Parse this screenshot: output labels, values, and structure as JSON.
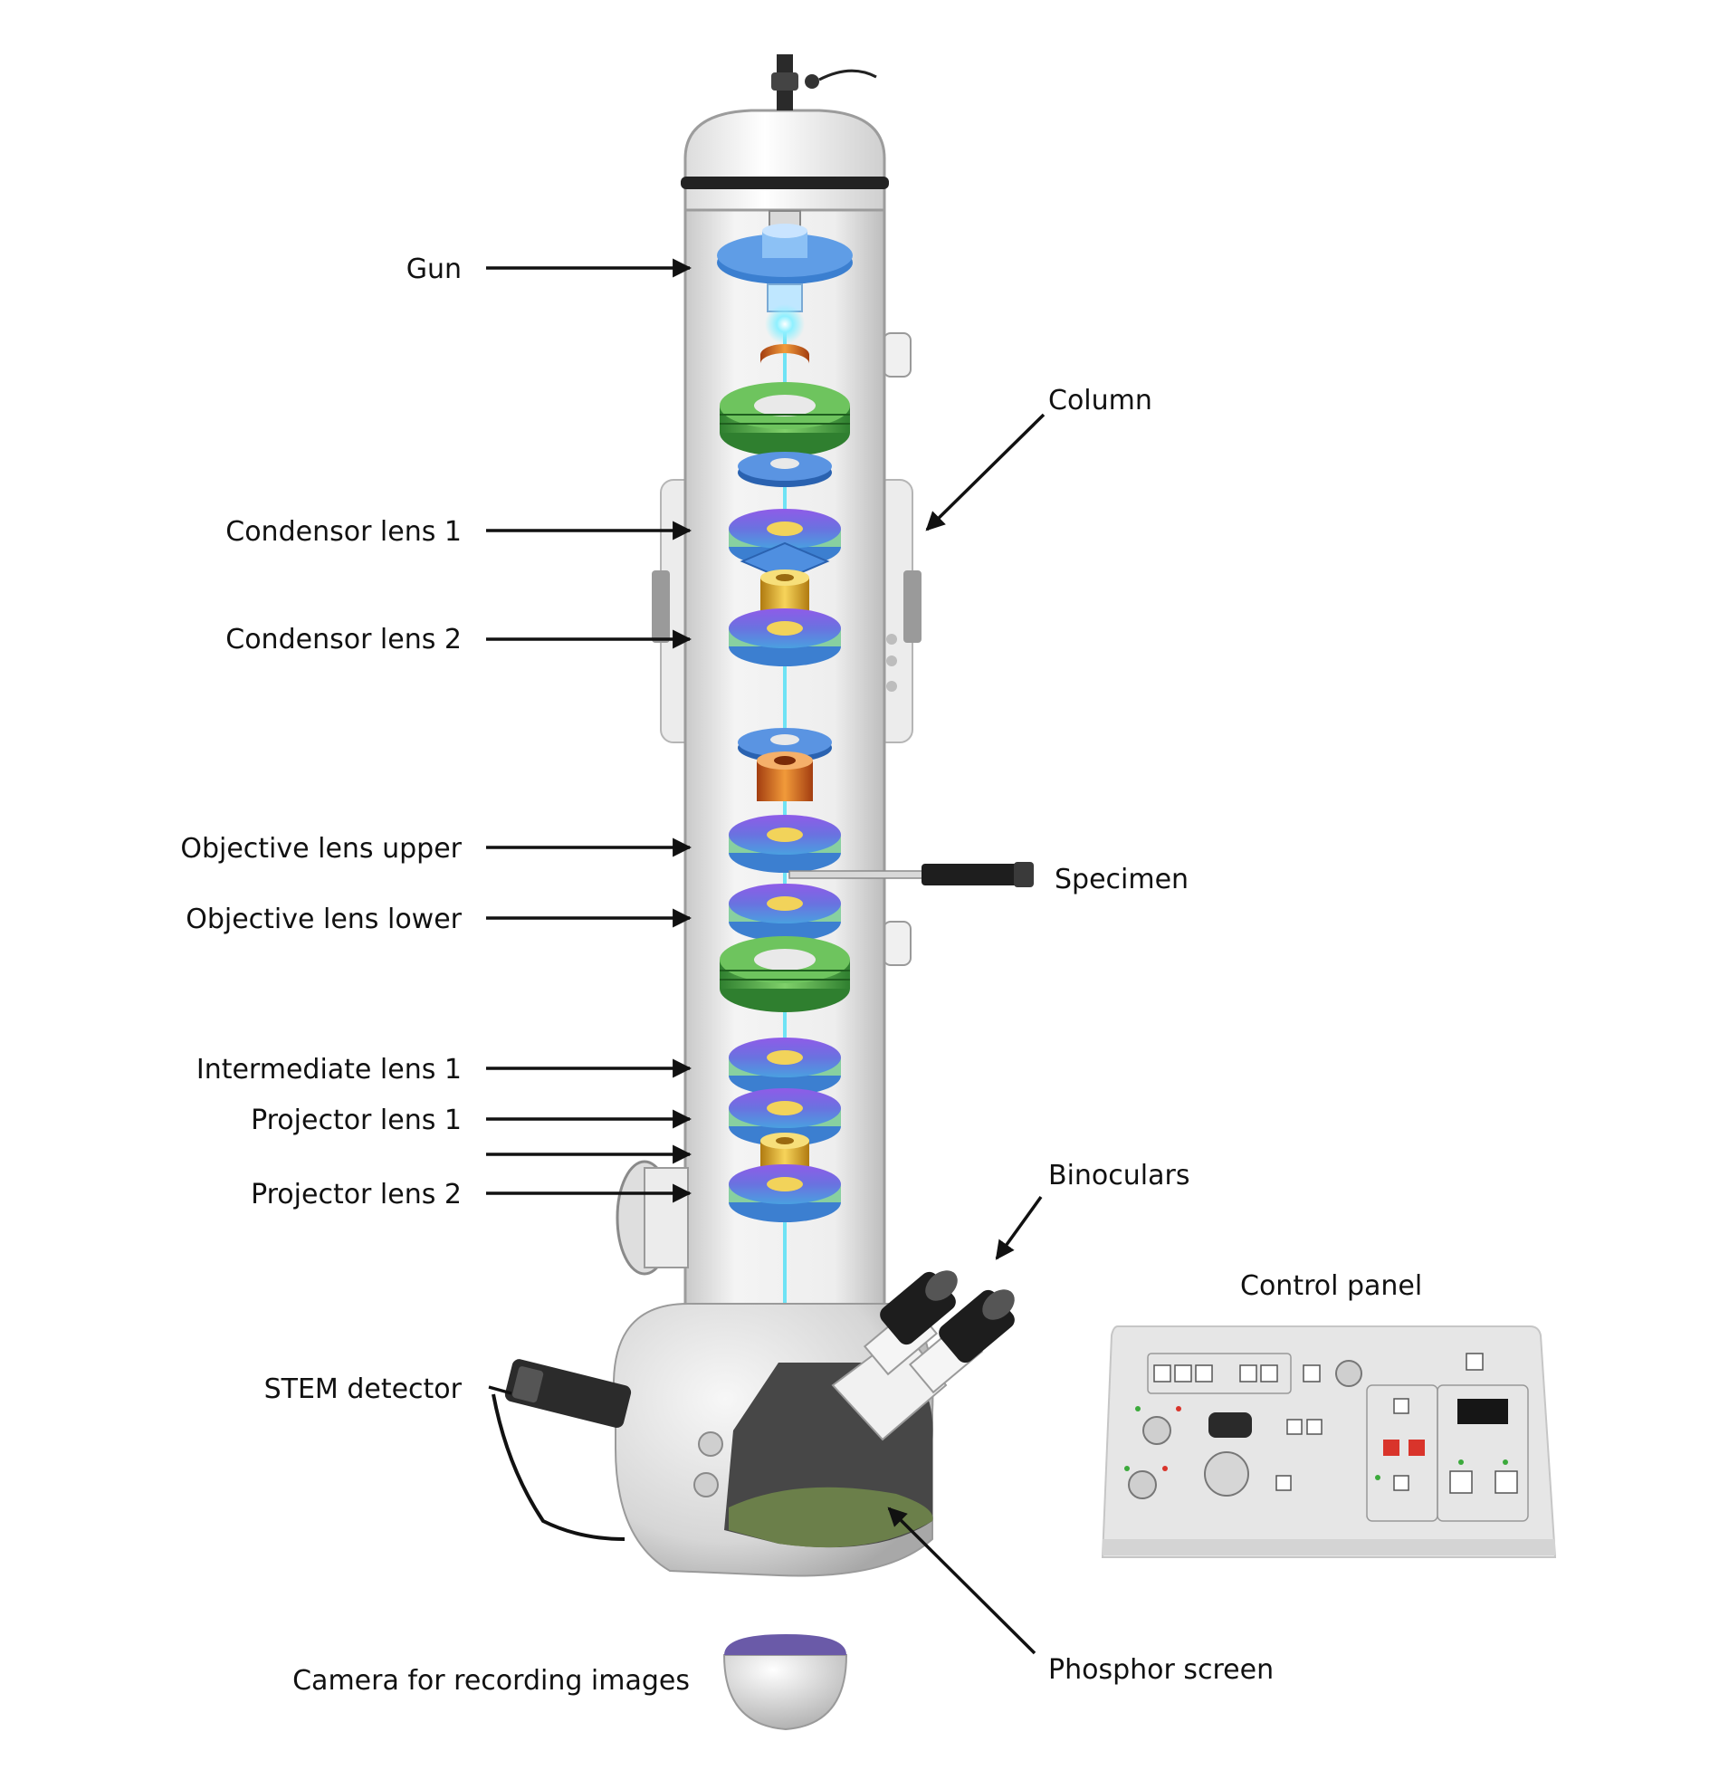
{
  "labels": {
    "gun": "Gun",
    "column": "Column",
    "condensor_lens_1": "Condensor  lens 1",
    "condensor_lens_2": "Condensor  lens 2",
    "objective_lens_upper": "Objective  lens upper",
    "specimen": "Specimen",
    "objective_lens_lower": "Objective lens  lower",
    "intermediate_lens_1": "Intermediate  lens 1",
    "projector_lens_1": "Projector  lens 1",
    "projector_lens_2": "Projector  lens 2",
    "binoculars": "Binoculars",
    "control_panel": "Control panel",
    "stem_detector": "STEM detector",
    "phosphor_screen": "Phosphor screen",
    "camera": "Camera for recording images"
  },
  "colors": {
    "beam": "#6fe3f5",
    "lens_purple": "#7b4fd6",
    "lens_blue": "#4a86d8",
    "coil_green": "#3f9e3a",
    "coil_orange": "#e07a1f",
    "coil_yellow": "#e2b51c",
    "gun_blue": "#3b7fd0",
    "phosphor": "#6b7f4a",
    "camera_top": "#6a5aa8",
    "panel_bg": "#e6e6e6",
    "red_button": "#d9342b"
  }
}
